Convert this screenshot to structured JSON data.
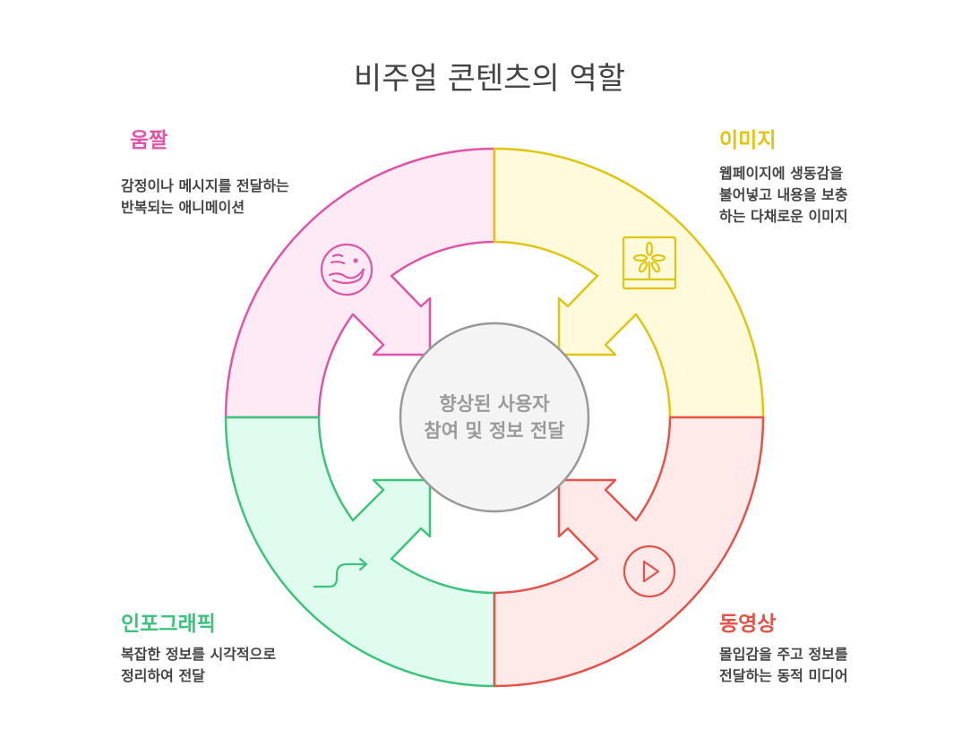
{
  "title": "비주얼 콘텐츠의 역할",
  "center": {
    "line1": "향상된 사용자",
    "line2": "참여 및 정보 전달"
  },
  "colors": {
    "pink": "#e055a8",
    "yellow": "#e0c60e",
    "green": "#3cc47c",
    "red": "#e5534b"
  },
  "sections": {
    "gif": {
      "title": "움짤",
      "desc": "감정이나 메시지를 전달하는\n반복되는 애니메이션",
      "icon": "emoji-face-icon"
    },
    "image": {
      "title": "이미지",
      "desc": "웹페이지에 생동감을\n불어넣고 내용을 보충\n하는 다채로운 이미지",
      "icon": "flower-picture-icon"
    },
    "infographic": {
      "title": "인포그래픽",
      "desc": "복잡한 정보를 시각적으로\n정리하여 전달",
      "icon": "curved-arrow-icon"
    },
    "video": {
      "title": "동영상",
      "desc": "몰입감을 주고 정보를\n전달하는 동적 미디어",
      "icon": "play-icon"
    }
  }
}
